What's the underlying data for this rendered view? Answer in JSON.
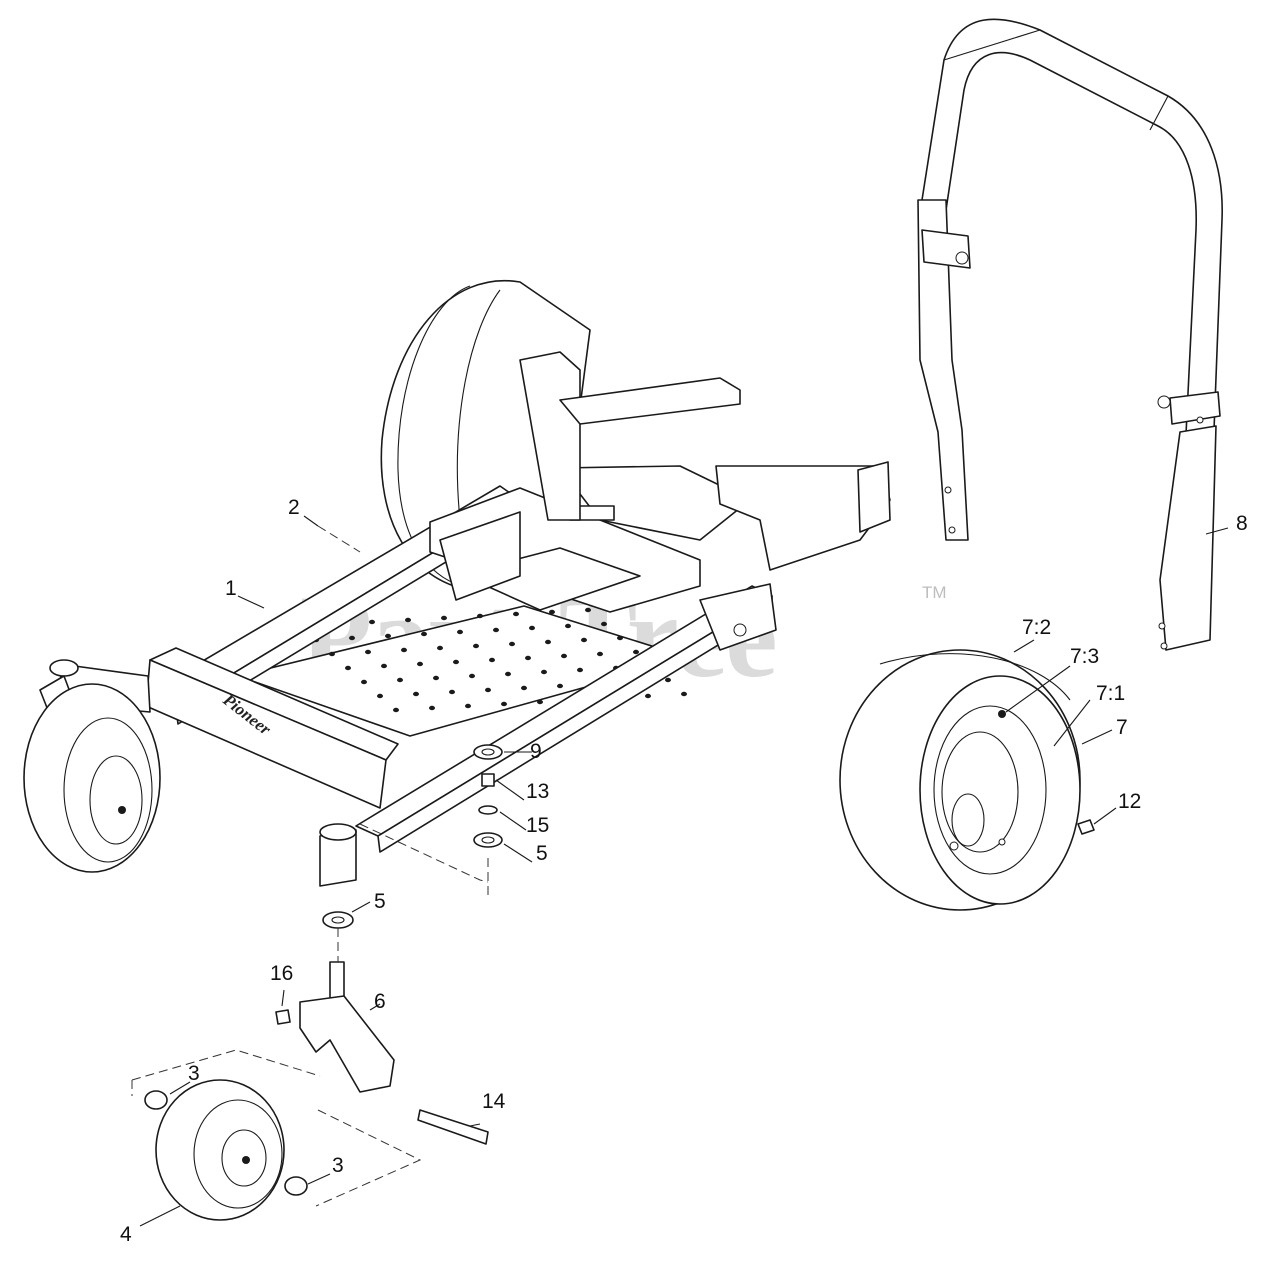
{
  "watermark": {
    "text": "PartsTree",
    "trademark": "TM"
  },
  "frame_brand": "Pioneer",
  "callouts": [
    {
      "id": "c1",
      "label": "1"
    },
    {
      "id": "c2",
      "label": "2"
    },
    {
      "id": "c3a",
      "label": "3"
    },
    {
      "id": "c3b",
      "label": "3"
    },
    {
      "id": "c4",
      "label": "4"
    },
    {
      "id": "c5a",
      "label": "5"
    },
    {
      "id": "c5b",
      "label": "5"
    },
    {
      "id": "c6",
      "label": "6"
    },
    {
      "id": "c7",
      "label": "7"
    },
    {
      "id": "c71",
      "label": "7:1"
    },
    {
      "id": "c72",
      "label": "7:2"
    },
    {
      "id": "c73",
      "label": "7:3"
    },
    {
      "id": "c8",
      "label": "8"
    },
    {
      "id": "c9",
      "label": "9"
    },
    {
      "id": "c12",
      "label": "12"
    },
    {
      "id": "c13",
      "label": "13"
    },
    {
      "id": "c14",
      "label": "14"
    },
    {
      "id": "c15",
      "label": "15"
    },
    {
      "id": "c16",
      "label": "16"
    }
  ]
}
